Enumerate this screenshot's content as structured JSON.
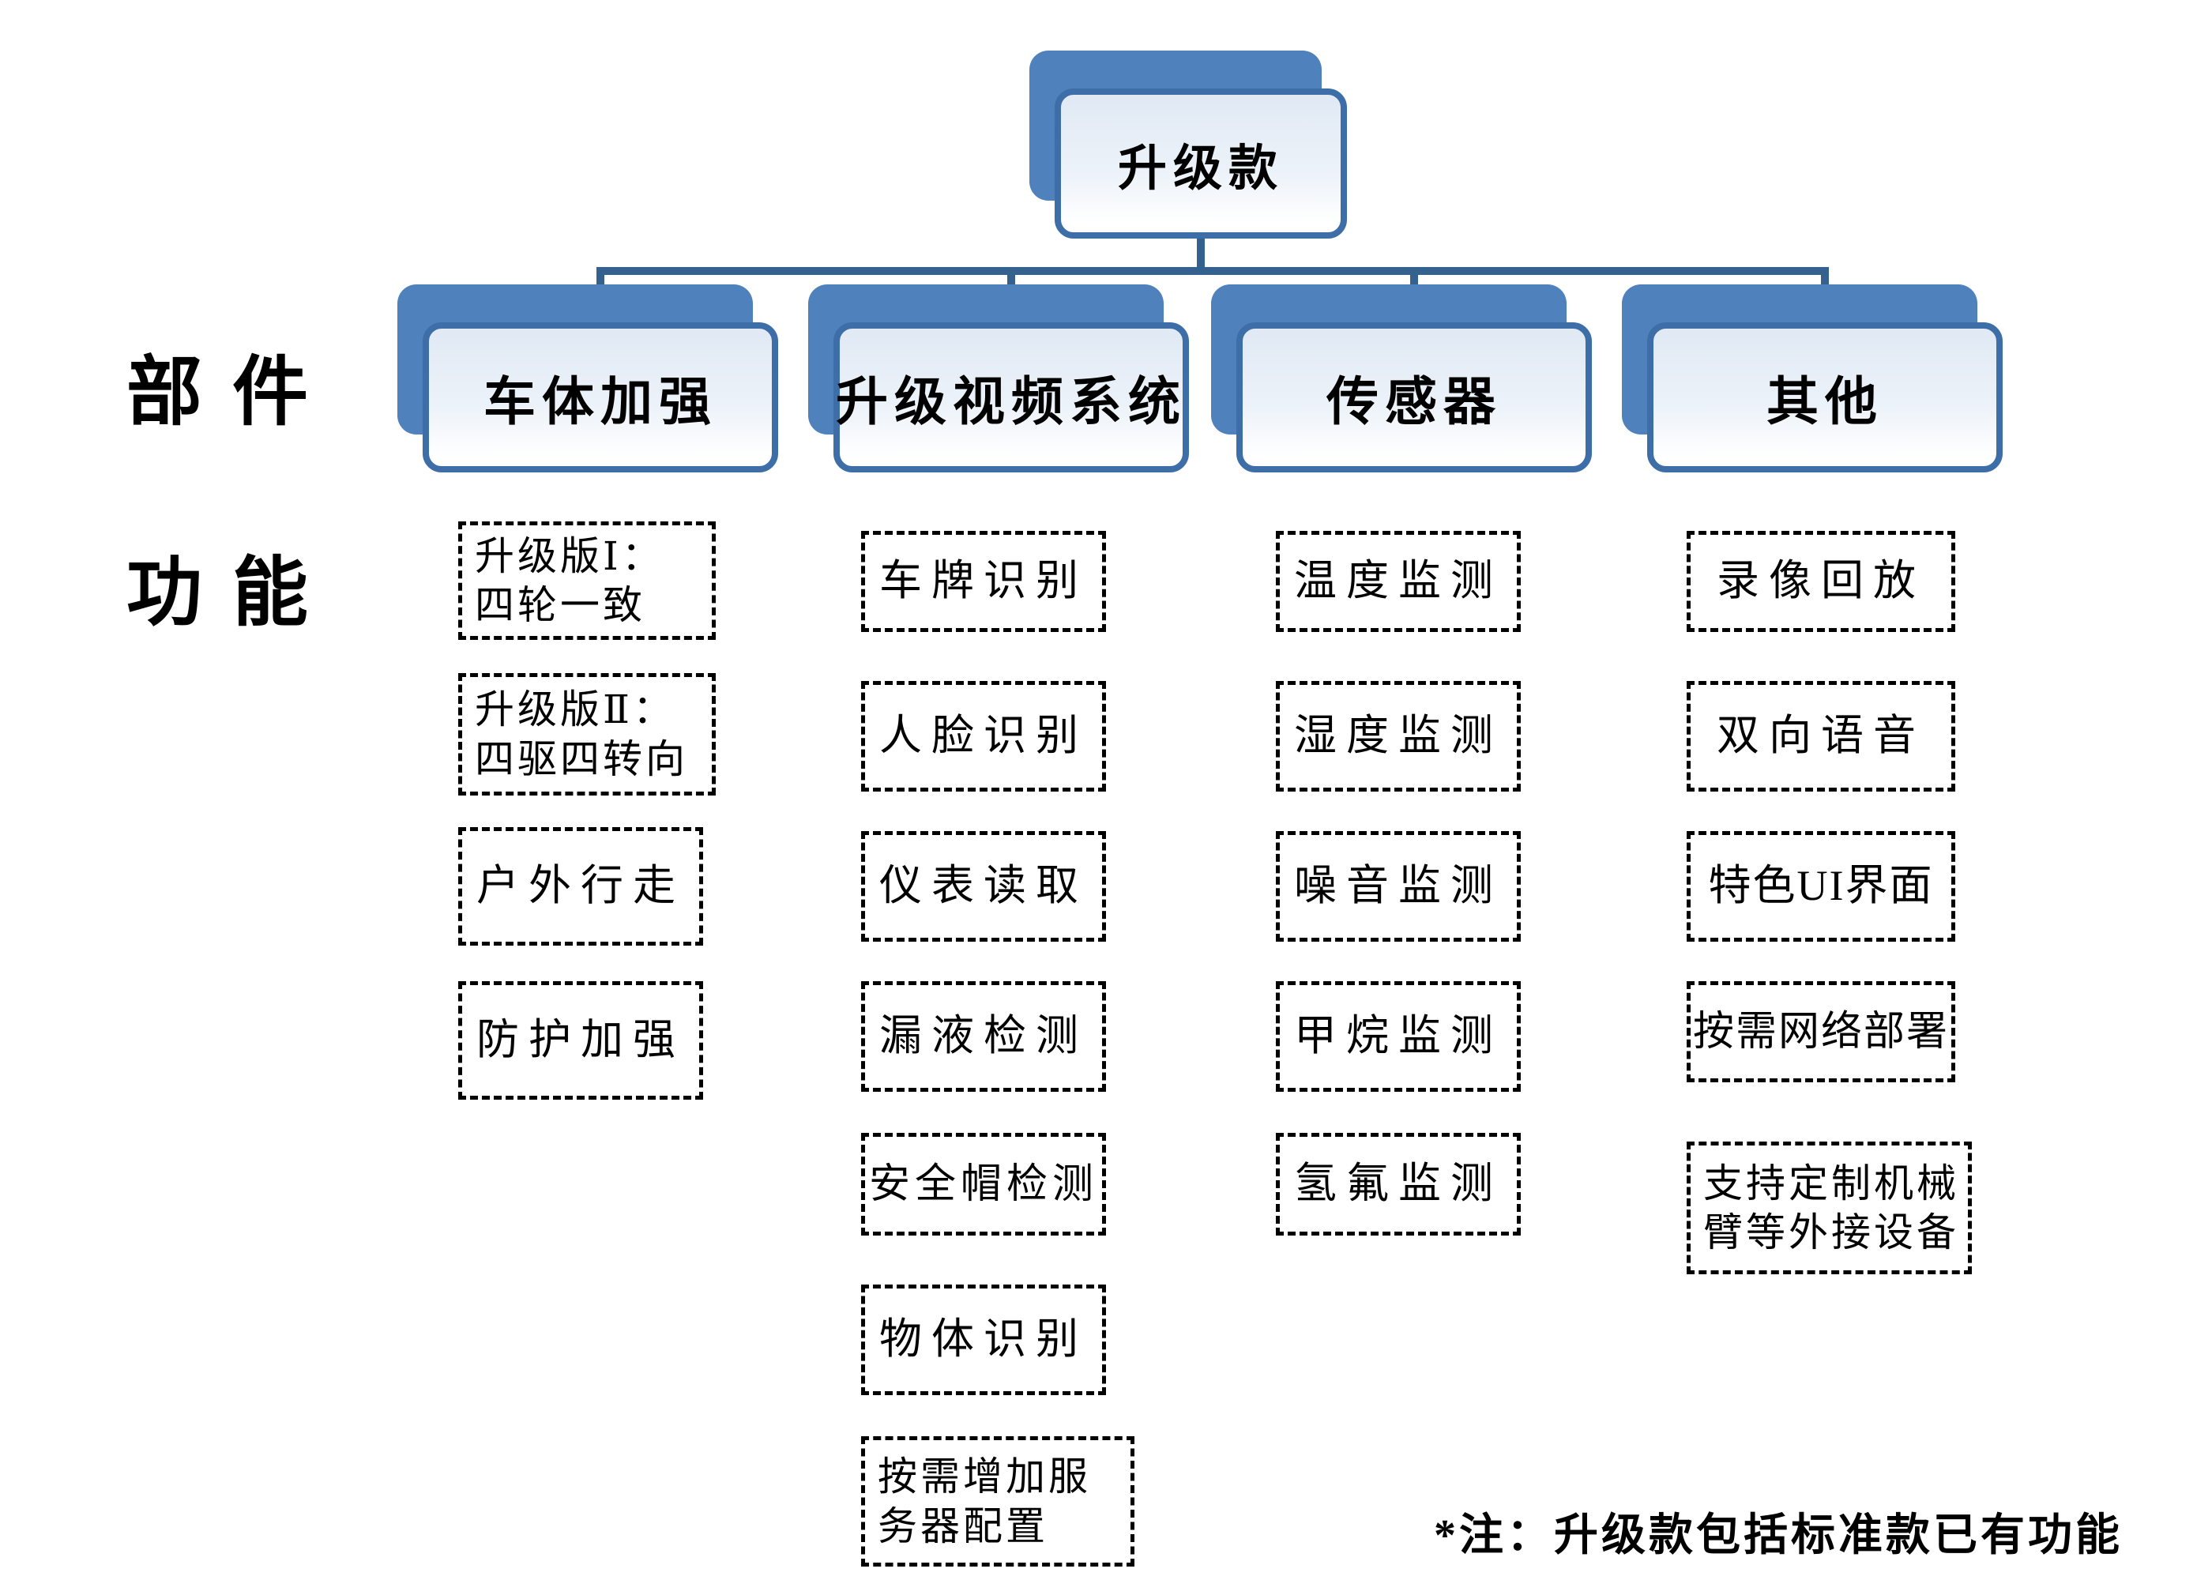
{
  "colors": {
    "shadow_blue": "#4f81bd",
    "border_blue": "#3e6ea7",
    "connector_blue": "#35618f",
    "box_fill_top": "#e0e9f4",
    "dash_border": "#000000",
    "text": "#000000"
  },
  "root": {
    "label": "升级款"
  },
  "row_labels": [
    {
      "label": "部件"
    },
    {
      "label": "功能"
    }
  ],
  "branches": [
    {
      "label": "车体加强",
      "items": [
        {
          "label": "升级版Ⅰ：\n四轮一致"
        },
        {
          "label": "升级版Ⅱ：\n四驱四转向"
        },
        {
          "label": "户外行走"
        },
        {
          "label": "防护加强"
        }
      ]
    },
    {
      "label": "升级视频系统",
      "items": [
        {
          "label": "车牌识别"
        },
        {
          "label": "人脸识别"
        },
        {
          "label": "仪表读取"
        },
        {
          "label": "漏液检测"
        },
        {
          "label": "安全帽检测"
        },
        {
          "label": "物体识别"
        },
        {
          "label": "按需增加服\n务器配置"
        }
      ]
    },
    {
      "label": "传感器",
      "items": [
        {
          "label": "温度监测"
        },
        {
          "label": "湿度监测"
        },
        {
          "label": "噪音监测"
        },
        {
          "label": "甲烷监测"
        },
        {
          "label": "氢氟监测"
        }
      ]
    },
    {
      "label": "其他",
      "items": [
        {
          "label": "录像回放"
        },
        {
          "label": "双向语音"
        },
        {
          "label": "特色UI界面"
        },
        {
          "label": "按需网络部署"
        },
        {
          "label": "支持定制机械\n臂等外接设备"
        }
      ]
    }
  ],
  "footnote": {
    "text": "*注：升级款包括标准款已有功能"
  }
}
